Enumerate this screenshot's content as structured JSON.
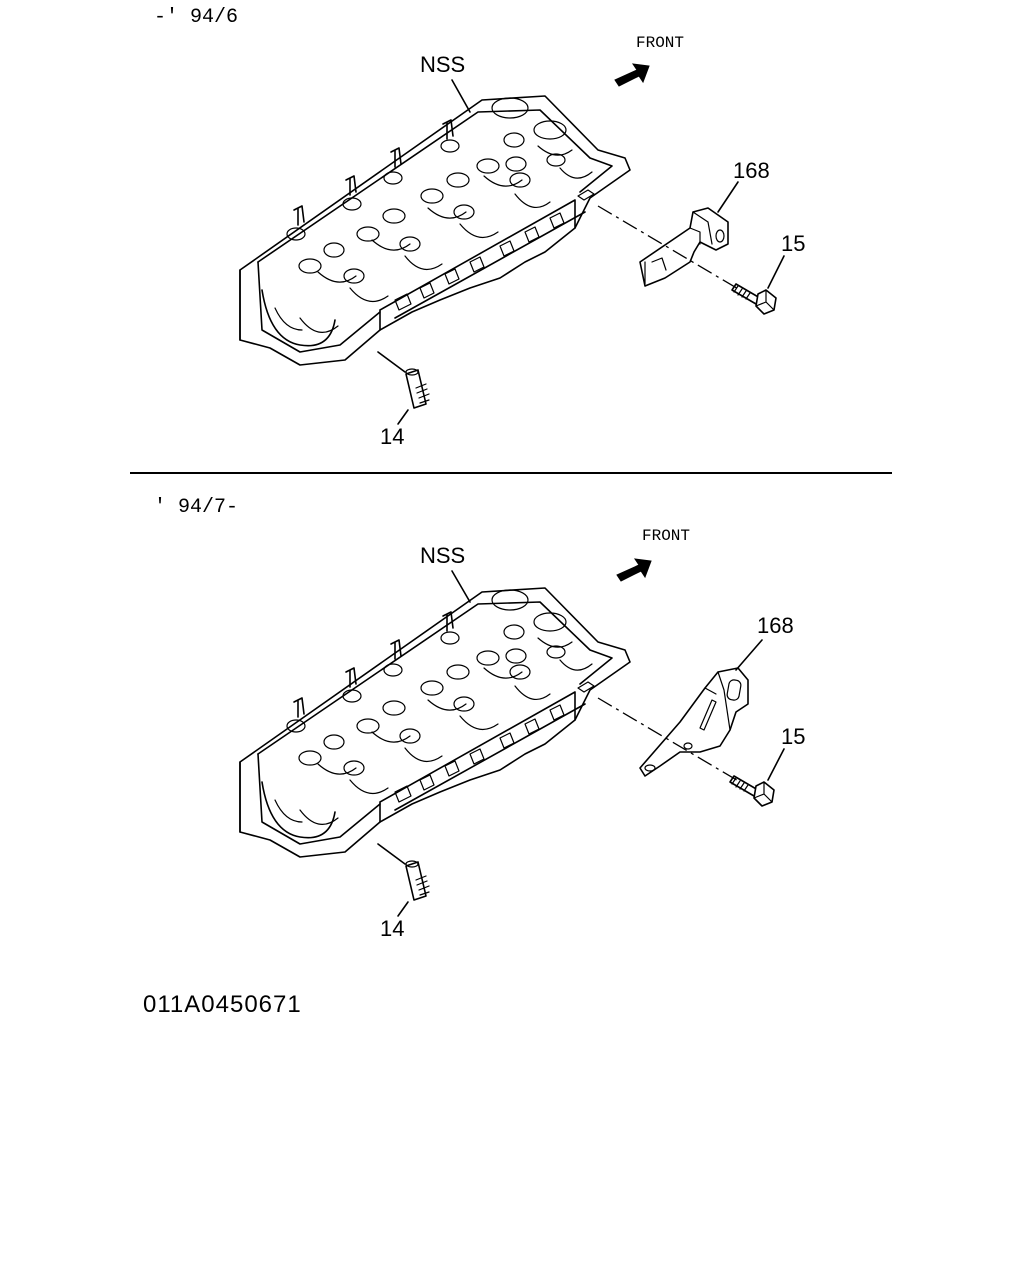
{
  "sections": [
    {
      "period": "-' 94/6",
      "front_label": "FRONT",
      "labels": {
        "head": "NSS",
        "bracket": "168",
        "bolt": "15",
        "stud": "14"
      }
    },
    {
      "period": "' 94/7-",
      "front_label": "FRONT",
      "labels": {
        "head": "NSS",
        "bracket": "168",
        "bolt": "15",
        "stud": "14"
      }
    }
  ],
  "diagram_id": "011A0450671"
}
